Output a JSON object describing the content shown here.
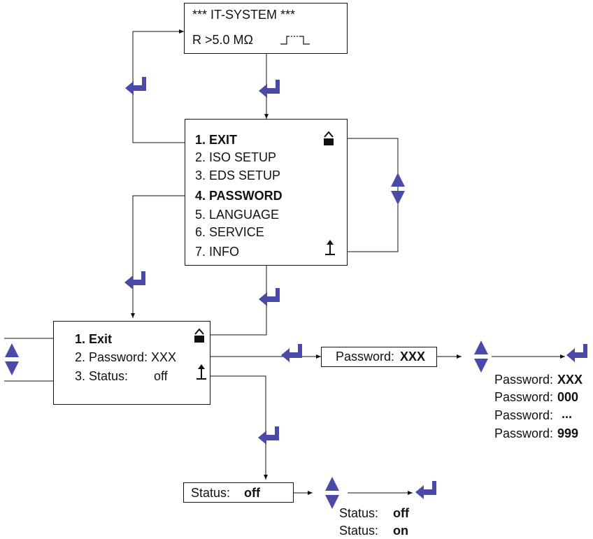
{
  "top_display": {
    "line1": "*** IT-SYSTEM ***",
    "line2": "R  >5.0 MΩ"
  },
  "main_menu": {
    "items": [
      {
        "label": "1. EXIT"
      },
      {
        "label": "2. ISO SETUP"
      },
      {
        "label": "3. EDS SETUP"
      },
      {
        "label": "4. PASSWORD"
      },
      {
        "label": "5. LANGUAGE"
      },
      {
        "label": "6. SERVICE"
      },
      {
        "label": "7. INFO"
      }
    ]
  },
  "password_menu": {
    "items": [
      {
        "label": "1. Exit"
      },
      {
        "label": "2. Password: XXX"
      },
      {
        "label": "3. Status:",
        "value": "off"
      }
    ]
  },
  "password_box": {
    "label": "Password:",
    "value": "XXX"
  },
  "password_options": [
    {
      "label": "Password:",
      "value": "XXX"
    },
    {
      "label": "Password:",
      "value": "000"
    },
    {
      "label": "Password:",
      "value": "..."
    },
    {
      "label": "Password:",
      "value": "999"
    }
  ],
  "status_box": {
    "label": "Status:",
    "value": "off"
  },
  "status_options": [
    {
      "label": "Status:",
      "value": "off"
    },
    {
      "label": "Status:",
      "value": "on"
    }
  ],
  "colors": {
    "accent": "#4b4aa8",
    "line": "#111111"
  },
  "icons": [
    "enter-icon",
    "up-down-arrows-icon",
    "unlock-icon",
    "up-arrow-icon",
    "pulse-icon"
  ]
}
